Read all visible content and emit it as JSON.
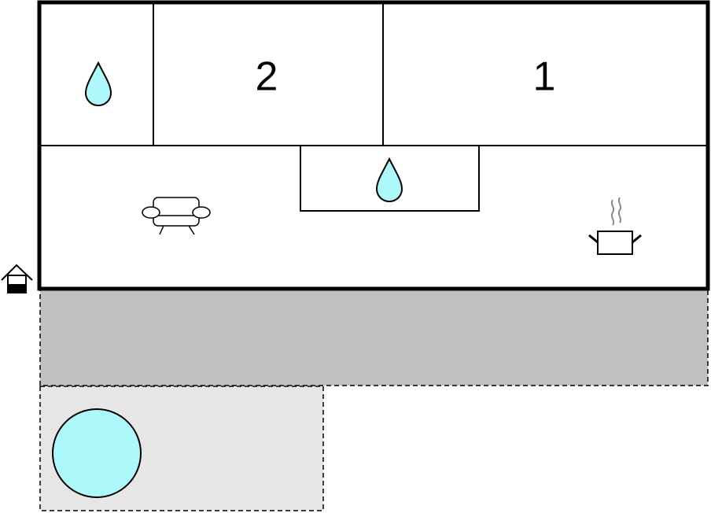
{
  "rooms": {
    "bedroom_2": {
      "number": "2"
    },
    "bedroom_1": {
      "number": "1"
    },
    "bathroom_small": {
      "icon": "water-drop-icon"
    },
    "bathroom_center": {
      "icon": "water-drop-icon"
    },
    "living_area": {
      "icons": [
        "sofa-icon",
        "cooking-pot-icon"
      ]
    }
  },
  "outdoor": {
    "entrance": {
      "icon": "house-entrance-icon"
    },
    "terrace": {
      "type": "covered-terrace"
    },
    "pool_area": {
      "icon": "pool-icon"
    }
  },
  "colors": {
    "walls": "#000000",
    "water": "#aef8fb",
    "terrace_fill": "#c0c0c0",
    "pool_area_fill": "#e6e6e6",
    "background": "#ffffff"
  }
}
